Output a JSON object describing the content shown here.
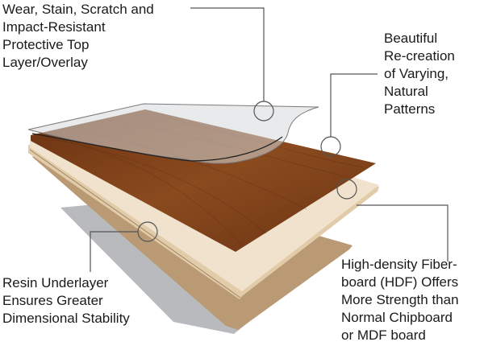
{
  "callouts": {
    "overlay": "Wear, Stain, Scratch and\nImpact-Resistant\nProtective Top\nLayer/Overlay",
    "pattern": "Beautiful\nRe-creation\nof Varying,\nNatural\nPatterns",
    "resin": "Resin Underlayer\nEnsures Greater\nDimensional Stability",
    "hdf": "High-density Fiber-\nboard (HDF) Offers\nMore Strength than\nNormal  Chipboard\nor MDF board"
  },
  "colors": {
    "wood": "#7a3e17",
    "core": "#ecdcc4",
    "underlayer": "#b99a74",
    "overlay": "#d6d8da",
    "shadow": "#b5b7ba",
    "line": "#555555"
  }
}
